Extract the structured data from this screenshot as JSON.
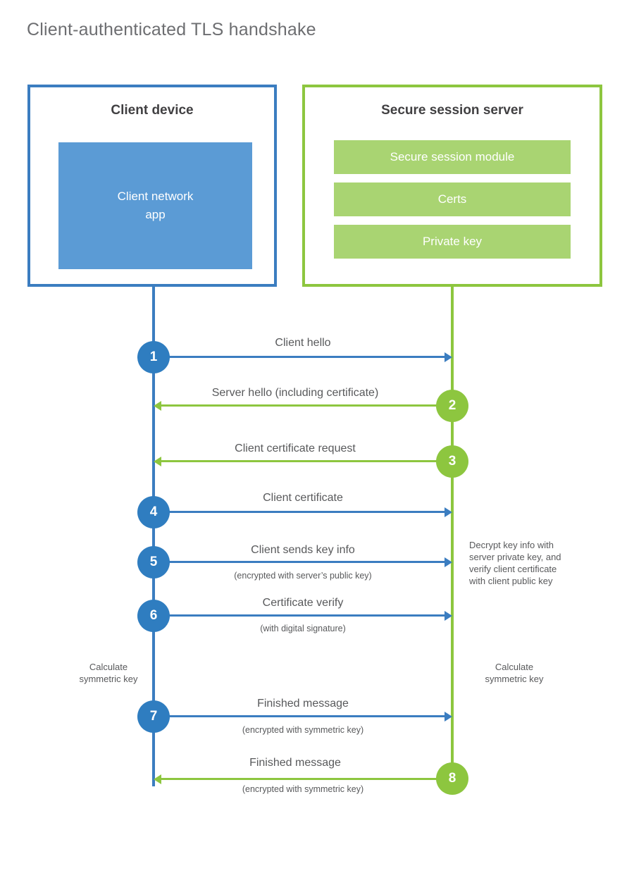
{
  "title": "Client-authenticated TLS handshake",
  "colors": {
    "client_blue": "#3b7dc0",
    "client_circle_blue": "#2f7dc0",
    "client_app_blue": "#5b9bd5",
    "server_green": "#8dc63f",
    "server_bar_green": "#a9d472",
    "text_gray": "#58595b",
    "title_gray": "#6d6e71"
  },
  "client": {
    "title": "Client device",
    "app_label": "Client network\napp",
    "app_label_line1": "Client network",
    "app_label_line2": "app"
  },
  "server": {
    "title": "Secure session server",
    "components": [
      {
        "label": "Secure session module"
      },
      {
        "label": "Certs"
      },
      {
        "label": "Private key"
      }
    ]
  },
  "steps": [
    {
      "number": "1",
      "direction": "client-to-server",
      "color": "blue",
      "label": "Client hello",
      "sub": ""
    },
    {
      "number": "2",
      "direction": "server-to-client",
      "color": "green",
      "label": "Server hello (including certificate)",
      "sub": ""
    },
    {
      "number": "3",
      "direction": "server-to-client",
      "color": "green",
      "label": "Client certificate request",
      "sub": ""
    },
    {
      "number": "4",
      "direction": "client-to-server",
      "color": "blue",
      "label": "Client certificate",
      "sub": ""
    },
    {
      "number": "5",
      "direction": "client-to-server",
      "color": "blue",
      "label": "Client sends key info",
      "sub": "(encrypted with server’s public key)"
    },
    {
      "number": "6",
      "direction": "client-to-server",
      "color": "blue",
      "label": "Certificate verify",
      "sub": "(with digital signature)"
    },
    {
      "number": "7",
      "direction": "client-to-server",
      "color": "blue",
      "label": "Finished message",
      "sub": "(encrypted with symmetric key)"
    },
    {
      "number": "8",
      "direction": "server-to-client",
      "color": "green",
      "label": "Finished message",
      "sub": "(encrypted with symmetric key)"
    }
  ],
  "annotations": {
    "server_decrypt": "Decrypt key info with server private key, and verify client certificate with client public key",
    "server_decrypt_lines": [
      "Decrypt key info with",
      "server private key, and",
      "verify client certificate",
      "with client public key"
    ],
    "client_calc_line1": "Calculate",
    "client_calc_line2": "symmetric key",
    "server_calc_line1": "Calculate",
    "server_calc_line2": "symmetric key"
  }
}
